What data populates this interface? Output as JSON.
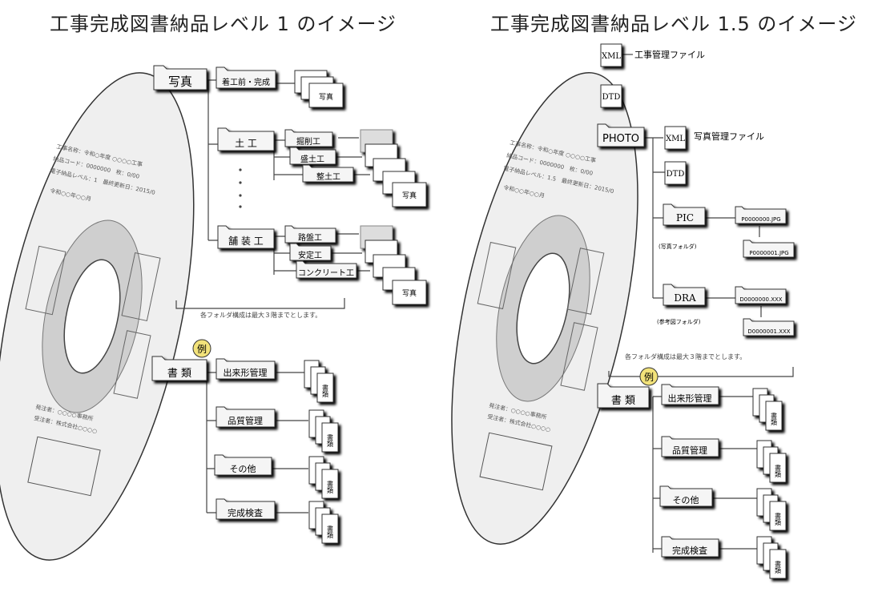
{
  "titles": {
    "level1": "工事完成図書納品レベル 1 のイメージ",
    "level15": "工事完成図書納品レベル 1.5 のイメージ"
  },
  "level1": {
    "photo_folder": "写真",
    "subfolders": [
      "着工前・完成",
      "土 工",
      "舗 装 工"
    ],
    "earth_items": [
      "掘削工",
      "盛土工",
      "整土工"
    ],
    "pave_items": [
      "路盤工",
      "安定工",
      "コンクリート工"
    ],
    "photo_label": "写真",
    "note": "各フォルダ構成は最大３階までとします。",
    "docs_folder": "書 類",
    "docs_items": [
      "出来形管理",
      "品質管理",
      "その他",
      "完成検査"
    ],
    "doc_label": "書類",
    "example_badge": "例"
  },
  "level15": {
    "xml_label": "XML",
    "dtd_label": "DTD",
    "project_file": "工事管理ファイル",
    "photo_folder": "PHOTO",
    "photo_file": "写真管理ファイル",
    "pic_folder": "PIC",
    "pic_caption": "(写真フォルダ)",
    "pic_files": [
      "P0000000.JPG",
      "P0000001.JPG"
    ],
    "dra_folder": "DRA",
    "dra_caption": "(参考図フォルダ)",
    "dra_files": [
      "D0000000.XXX",
      "D0000001.XXX"
    ],
    "note": "各フォルダ構成は最大３階までとします。",
    "docs_folder": "書 類",
    "docs_items": [
      "出来形管理",
      "品質管理",
      "その他",
      "完成検査"
    ],
    "doc_label": "書類",
    "example_badge": "例"
  }
}
